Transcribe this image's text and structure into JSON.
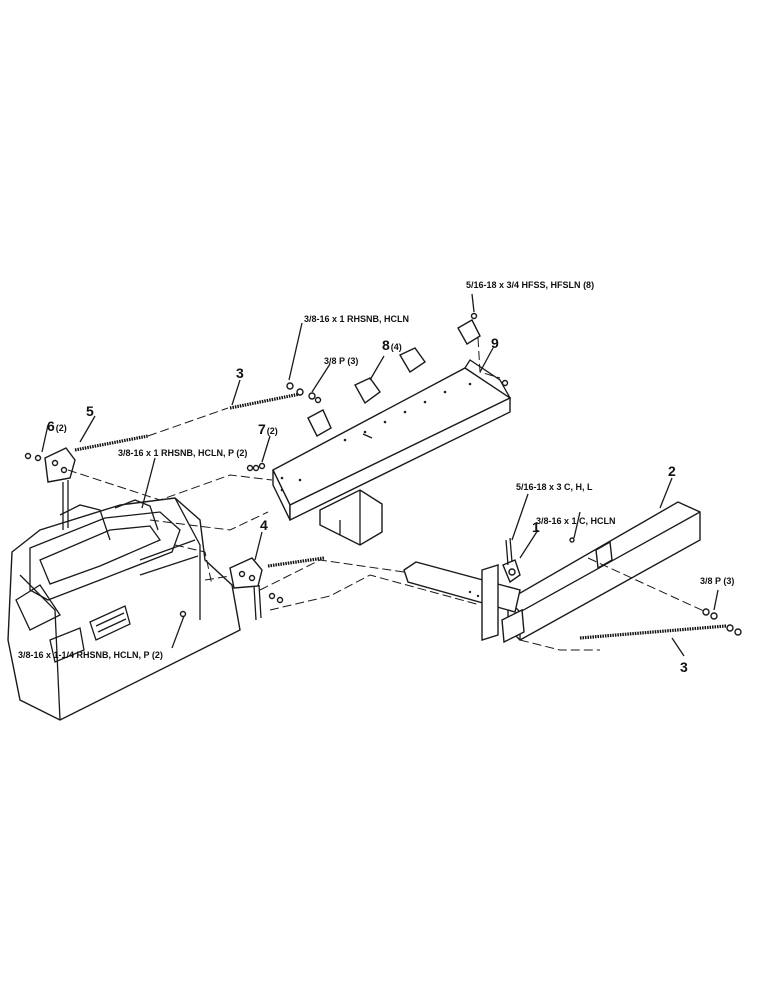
{
  "labels": {
    "hw_8": "5/16-18 x 3/4 HFSS, HFSLN",
    "hw_8_qty": "(8)",
    "hw_rhsnb_top": "3/8-16 x 1 RHSNB, HCLN",
    "hw_p3_left": "3/8 P (3)",
    "hw_rhsnb_mid": "3/8-16 x 1 RHSNB, HCLN, P (2)",
    "hw_c_hl": "5/16-18 x 3 C, H, L",
    "hw_c_hcln": "3/8-16 x 1 C, HCLN",
    "hw_p3_right": "3/8 P (3)",
    "hw_rhsnb_bottom": "3/8-16 x 1-1/4 RHSNB, HCLN, P (2)"
  },
  "callouts": {
    "c1": "1",
    "c2": "2",
    "c3_upper": "3",
    "c3_lower": "3",
    "c4": "4",
    "c5": "5",
    "c6": "6",
    "c6_qty": "(2)",
    "c7": "7",
    "c7_qty": "(2)",
    "c8": "8",
    "c8_qty": "(4)",
    "c9": "9"
  }
}
